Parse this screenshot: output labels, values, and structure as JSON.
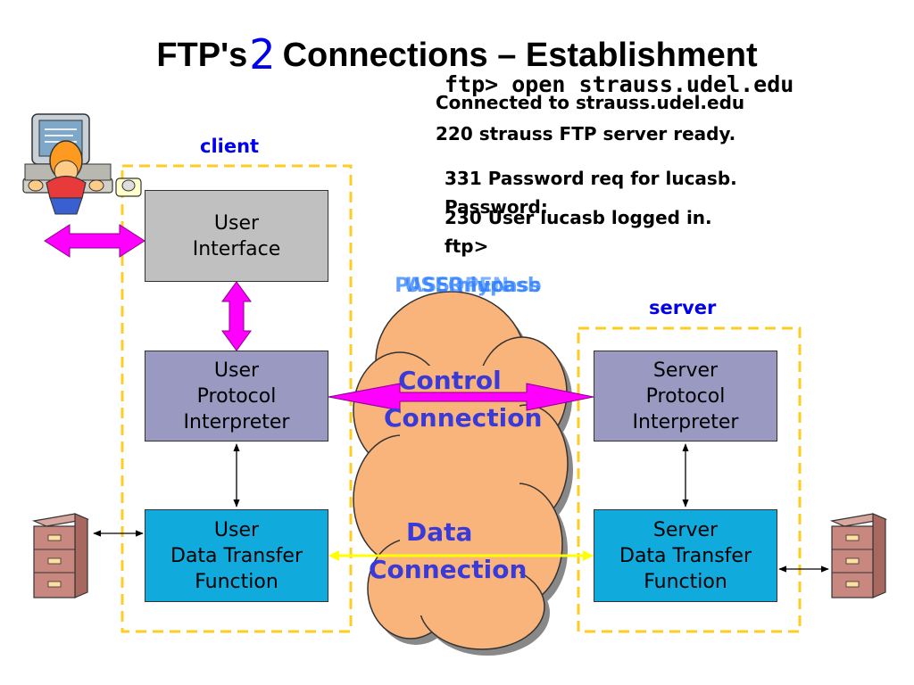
{
  "slide": {
    "title": "FTP's",
    "title_number": "2",
    "title_rest": "Connections – Establishment"
  },
  "terminal": {
    "command": "ftp> open strauss.udel.edu",
    "lines": [
      "Connected to strauss.udel.edu",
      "220 strauss FTP server ready.",
      "331 Password req for lucasb.",
      "Password:",
      "230 User lucasb logged in.",
      "ftp>"
    ]
  },
  "labels": {
    "client": "client",
    "server": "server",
    "overlaps": [
      "USER lucasb",
      "PASS mypass",
      "OPEN"
    ]
  },
  "boxes": {
    "user_interface": [
      "User",
      "Interface"
    ],
    "user_pi": [
      "User",
      "Protocol",
      "Interpreter"
    ],
    "server_pi": [
      "Server",
      "Protocol",
      "Interpreter"
    ],
    "user_dtf": [
      "User",
      "Data Transfer",
      "Function"
    ],
    "server_dtf": [
      "Server",
      "Data Transfer",
      "Function"
    ]
  },
  "cloud": {
    "control": "Control",
    "control_2": "Connection",
    "data": "Data",
    "data_2": "Connection"
  },
  "icons": [
    "user-at-computer-icon",
    "file-cabinet-icon",
    "cloud-icon"
  ],
  "colors": {
    "title": "#000000",
    "title_number": "#0000ee",
    "label_blue": "#0000ee",
    "cloud_text": "#3a3ad9",
    "cloud_fill": "#f9b47b",
    "dashed_border": "#ffcc22",
    "ui_box": "#c0c0c0",
    "pi_box": "#9999c2",
    "dtf_box": "#10aadd",
    "arrow_magenta": "#ff00ff",
    "data_line": "#ffff00"
  }
}
